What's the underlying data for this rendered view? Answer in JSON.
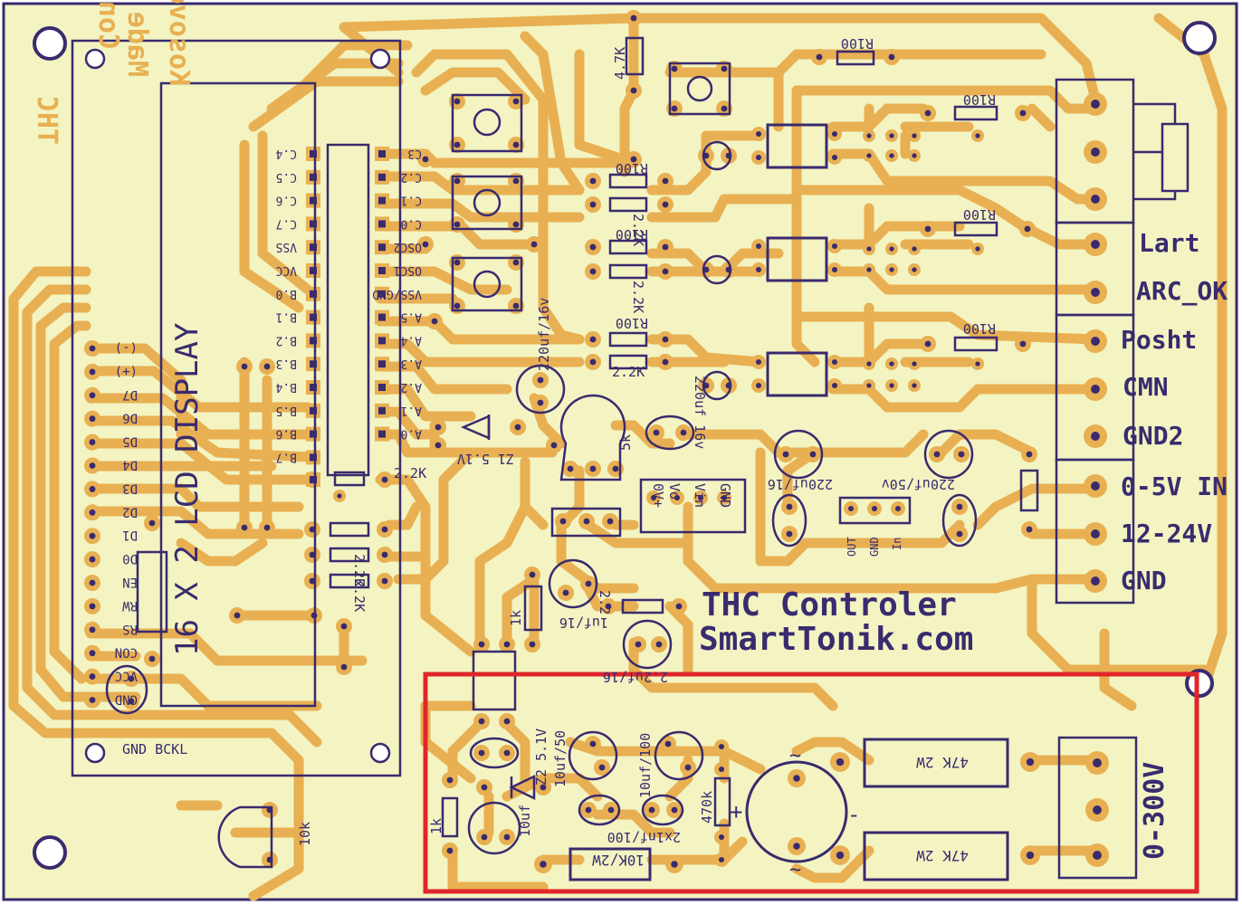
{
  "colors": {
    "board": "#f3f4c2",
    "copper": "#e8b052",
    "silkscreen": "#3a2a6e",
    "highlight": "#e0262a"
  },
  "board": {
    "title": "THC Controler",
    "website": "SmartTonik.com",
    "mirrored_credit": [
      "THC",
      "Controler",
      "Made in",
      "Kosovo"
    ],
    "display_label": "16 X 2 LCD DISPLAY"
  },
  "lcd_pins": [
    "(-)",
    "(+)",
    "D7",
    "D6",
    "D5",
    "D4",
    "D3",
    "D2",
    "D1",
    "D0",
    "EN",
    "RW",
    "RS",
    "CON",
    "VCC",
    "GND"
  ],
  "lcd_footer": "GND BCKL",
  "mcu_left_pins": [
    "C.4",
    "C.5",
    "C.6",
    "C.7",
    "VSS",
    "VCC",
    "B.0",
    "B.1",
    "B.2",
    "B.3",
    "B.4",
    "B.5",
    "B.6",
    "B.7"
  ],
  "mcu_right_pins": [
    "C3",
    "C.2",
    "C.1",
    "C.0",
    "OSC2",
    "OSC1",
    "VSS/GND",
    "A.5",
    "A.4",
    "A.3",
    "A.2",
    "A.1",
    "A.0"
  ],
  "terminals": [
    "Lart",
    "ARC_OK",
    "Posht",
    "CMN",
    "GND2",
    "0-5V IN",
    "12-24V",
    "GND"
  ],
  "hv_terminal": "0-300V",
  "component_labels": {
    "r_top": "4.7K",
    "r100": "R100",
    "r22k": "2.2K",
    "r22k_row": "2.2K",
    "cap_220_16v": "220uf/16v",
    "cap_220_16v_b": "220uf 16v",
    "zener": "Z1 5.1V",
    "pot5k": "5k",
    "conn_pins": [
      "0V+",
      "Vo",
      "Vin",
      "GND"
    ],
    "reg_label": "220uf/50v",
    "reg_label_b": "220uf/16",
    "reg_pins": [
      "OUT",
      "GND",
      "In"
    ],
    "r1k": "1k",
    "r1k_b": "1k",
    "cap_1uf": "1uf/16",
    "r22_small": "2.2",
    "cap_22uf": "2.2uf/16",
    "pot10k": "10k",
    "z2": "Z2 5.1V",
    "cap_10_50": "10uf/50",
    "cap_10_100": "10uf/100",
    "cap_10uf": "10uf",
    "caps_2x": "2x1nf/100",
    "r470k": "470k",
    "r47k": "47K 2W",
    "r10k2w": "10K/2W",
    "plus": "+",
    "minus": "-",
    "tilde": "~"
  }
}
